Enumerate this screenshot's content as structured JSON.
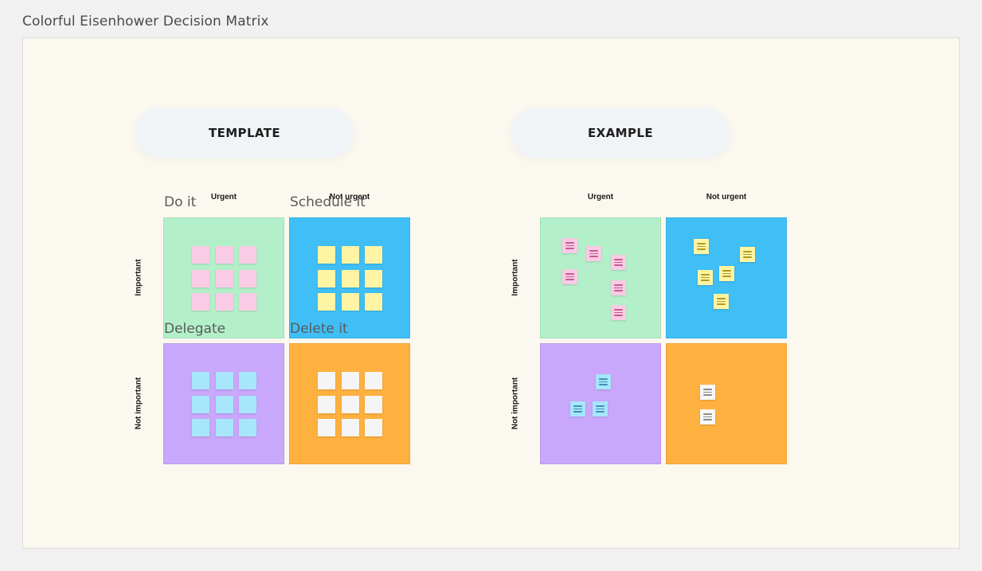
{
  "page": {
    "title": "Colorful Eisenhower Decision Matrix"
  },
  "template": {
    "heading": "TEMPLATE",
    "columns": [
      "Urgent",
      "Not urgent"
    ],
    "rows": [
      "Important",
      "Not important"
    ],
    "quadrants": [
      {
        "title": "Do it",
        "color": "#b3f0c9",
        "note_color": "#f9cbe5"
      },
      {
        "title": "Schedule it",
        "color": "#3fbff6",
        "note_color": "#fff4a3"
      },
      {
        "title": "Delegate",
        "color": "#c9a8fb",
        "note_color": "#a7e6fb"
      },
      {
        "title": "Delete it",
        "color": "#ffb13f",
        "note_color": "#f5f5f5"
      }
    ]
  },
  "example": {
    "heading": "EXAMPLE",
    "columns": [
      "Urgent",
      "Not urgent"
    ],
    "rows": [
      "Important",
      "Not important"
    ],
    "quadrants": [
      {
        "color": "#b3f0c9",
        "note_color": "#f9cbe5",
        "line_color": "#c45b94"
      },
      {
        "color": "#3fbff6",
        "note_color": "#fff4a3",
        "line_color": "#b39a25"
      },
      {
        "color": "#c9a8fb",
        "note_color": "#a7e6fb",
        "line_color": "#3f8fb4"
      },
      {
        "color": "#ffb13f",
        "note_color": "#f7f7f7",
        "line_color": "#8a8a8a"
      }
    ]
  }
}
